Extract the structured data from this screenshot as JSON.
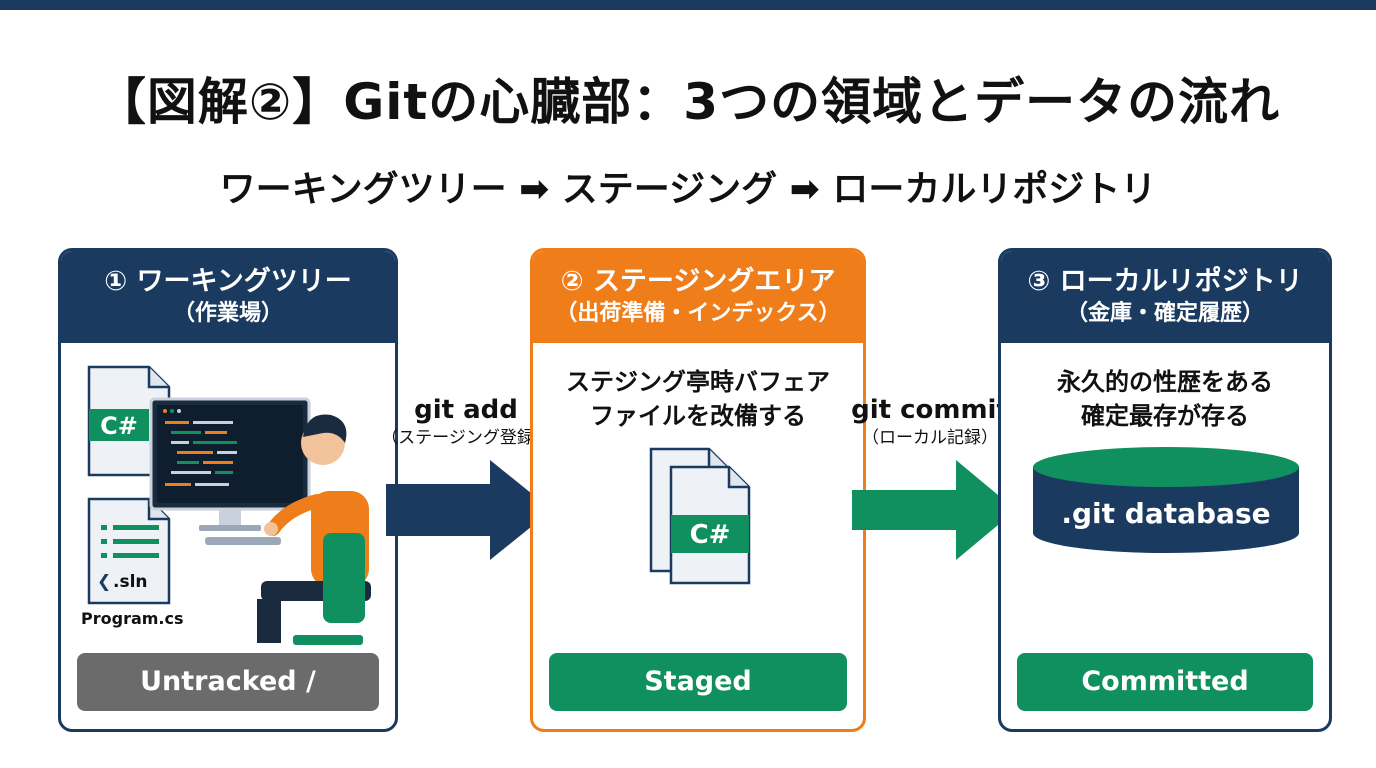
{
  "header": {
    "title": "【図解②】Gitの心臓部：3つの領域とデータの流れ",
    "subtitle": "ワーキングツリー ➡ ステージング ➡ ローカルリポジトリ"
  },
  "colors": {
    "navy": "#1b3a60",
    "orange": "#ef7d1a",
    "green": "#10905f",
    "gray": "#6b6b6b"
  },
  "panels": [
    {
      "heading": "① ワーキングツリー",
      "subheading": "（作業場）",
      "status": "Untracked / Modified",
      "files": {
        "csharp_label": "C#",
        "sln_label": ".sln",
        "program_label": "Program.cs"
      }
    },
    {
      "heading": "② ステージングエリア",
      "subheading": "（出荷準備・インデックス）",
      "description_line1": "ステジング亭時バフェア",
      "description_line2": "ファイルを改備する",
      "file_label": "C#",
      "status": "Staged"
    },
    {
      "heading": "③ ローカルリポジトリ",
      "subheading": "（金庫・確定履歴）",
      "description_line1": "永久的の性歴をある",
      "description_line2": "確定最存が存る",
      "database_label": ".git database",
      "status": "Committed"
    }
  ],
  "arrows": [
    {
      "command": "git add",
      "note": "（ステージング登録）"
    },
    {
      "command": "git commit",
      "note": "（ローカル記録）"
    }
  ]
}
